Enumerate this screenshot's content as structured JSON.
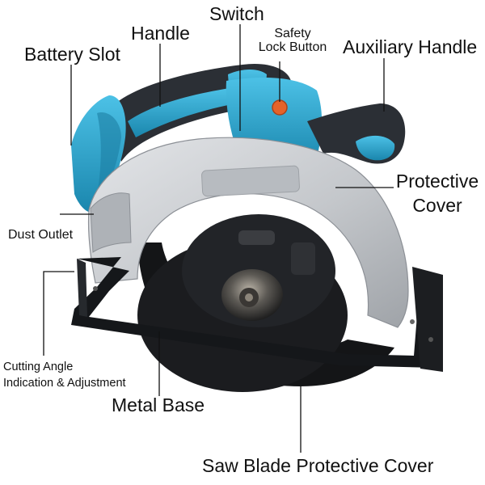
{
  "labels": {
    "switch": "Switch",
    "handle": "Handle",
    "battery_slot": "Battery Slot",
    "safety_lock_line1": "Safety",
    "safety_lock_line2": "Lock Button",
    "auxiliary_handle": "Auxiliary Handle",
    "protective_cover_line1": "Protective",
    "protective_cover_line2": "Cover",
    "dust_outlet": "Dust Outlet",
    "cutting_angle_line1": "Cutting Angle",
    "cutting_angle_line2": "Indication & Adjustment",
    "metal_base": "Metal Base",
    "saw_blade_cover": "Saw Blade Protective Cover"
  },
  "colors": {
    "body_blue": "#2aa6cf",
    "body_dark": "#2b2f35",
    "guard_silver": "#c9ccd0",
    "base_black": "#15171a",
    "safety_orange": "#e4632a",
    "leader_line": "#111111"
  }
}
